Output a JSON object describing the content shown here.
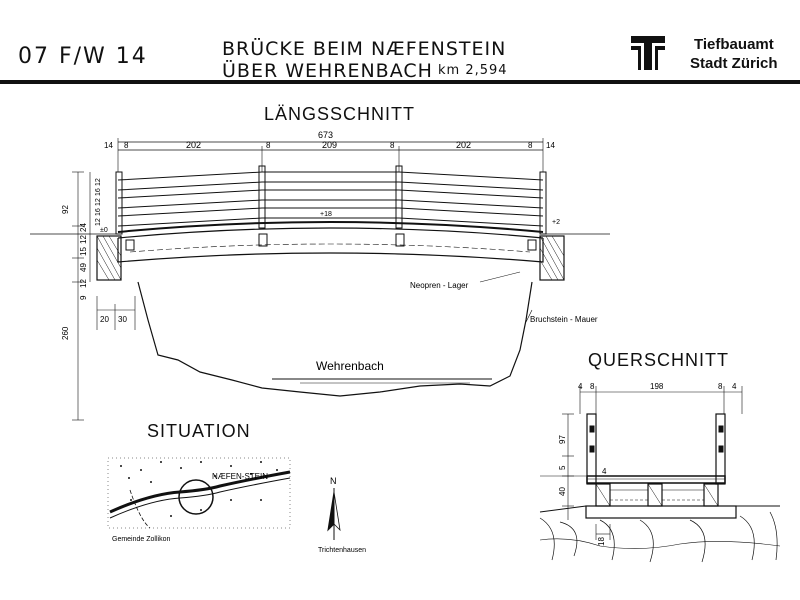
{
  "header": {
    "doc_id": "07  F/W  14",
    "title_line1": "BRÜCKE BEIM NÆFENSTEIN",
    "title_line2": "ÜBER WEHRENBACH",
    "km": "km 2,594",
    "org_line1": "Tiefbauamt",
    "org_line2": "Stadt Zürich"
  },
  "sections": {
    "laengsschnitt": "LÄNGSSCHNITT",
    "querschnitt": "QUERSCHNITT",
    "situation": "SITUATION"
  },
  "laengsschnitt": {
    "total_span": "673",
    "spans": [
      "202",
      "209",
      "202"
    ],
    "posts": [
      "8",
      "8",
      "8",
      "8"
    ],
    "ends": [
      "14",
      "14"
    ],
    "railing_heights": [
      "12",
      "16",
      "12",
      "16",
      "12"
    ],
    "left_dims": [
      "92",
      "24",
      "12",
      "15",
      "49",
      "12",
      "9",
      "260"
    ],
    "left_level": "±0",
    "right_level": "+2",
    "mid_level": "+18",
    "bottom_dims": [
      "20",
      "30"
    ],
    "labels": {
      "bearing": "Neopren - Lager",
      "wall": "Bruchstein - Mauer",
      "stream": "Wehrenbach"
    }
  },
  "querschnitt": {
    "top_dims": [
      "4",
      "8",
      "198",
      "8",
      "4"
    ],
    "left_dims": [
      "97",
      "5",
      "40",
      "4"
    ],
    "bottom_dim": "18"
  },
  "situation": {
    "place": "NÆFEN-STEIN",
    "municipality": "Gemeinde Zollikon",
    "north": "N",
    "village": "Trichtenhausen"
  }
}
